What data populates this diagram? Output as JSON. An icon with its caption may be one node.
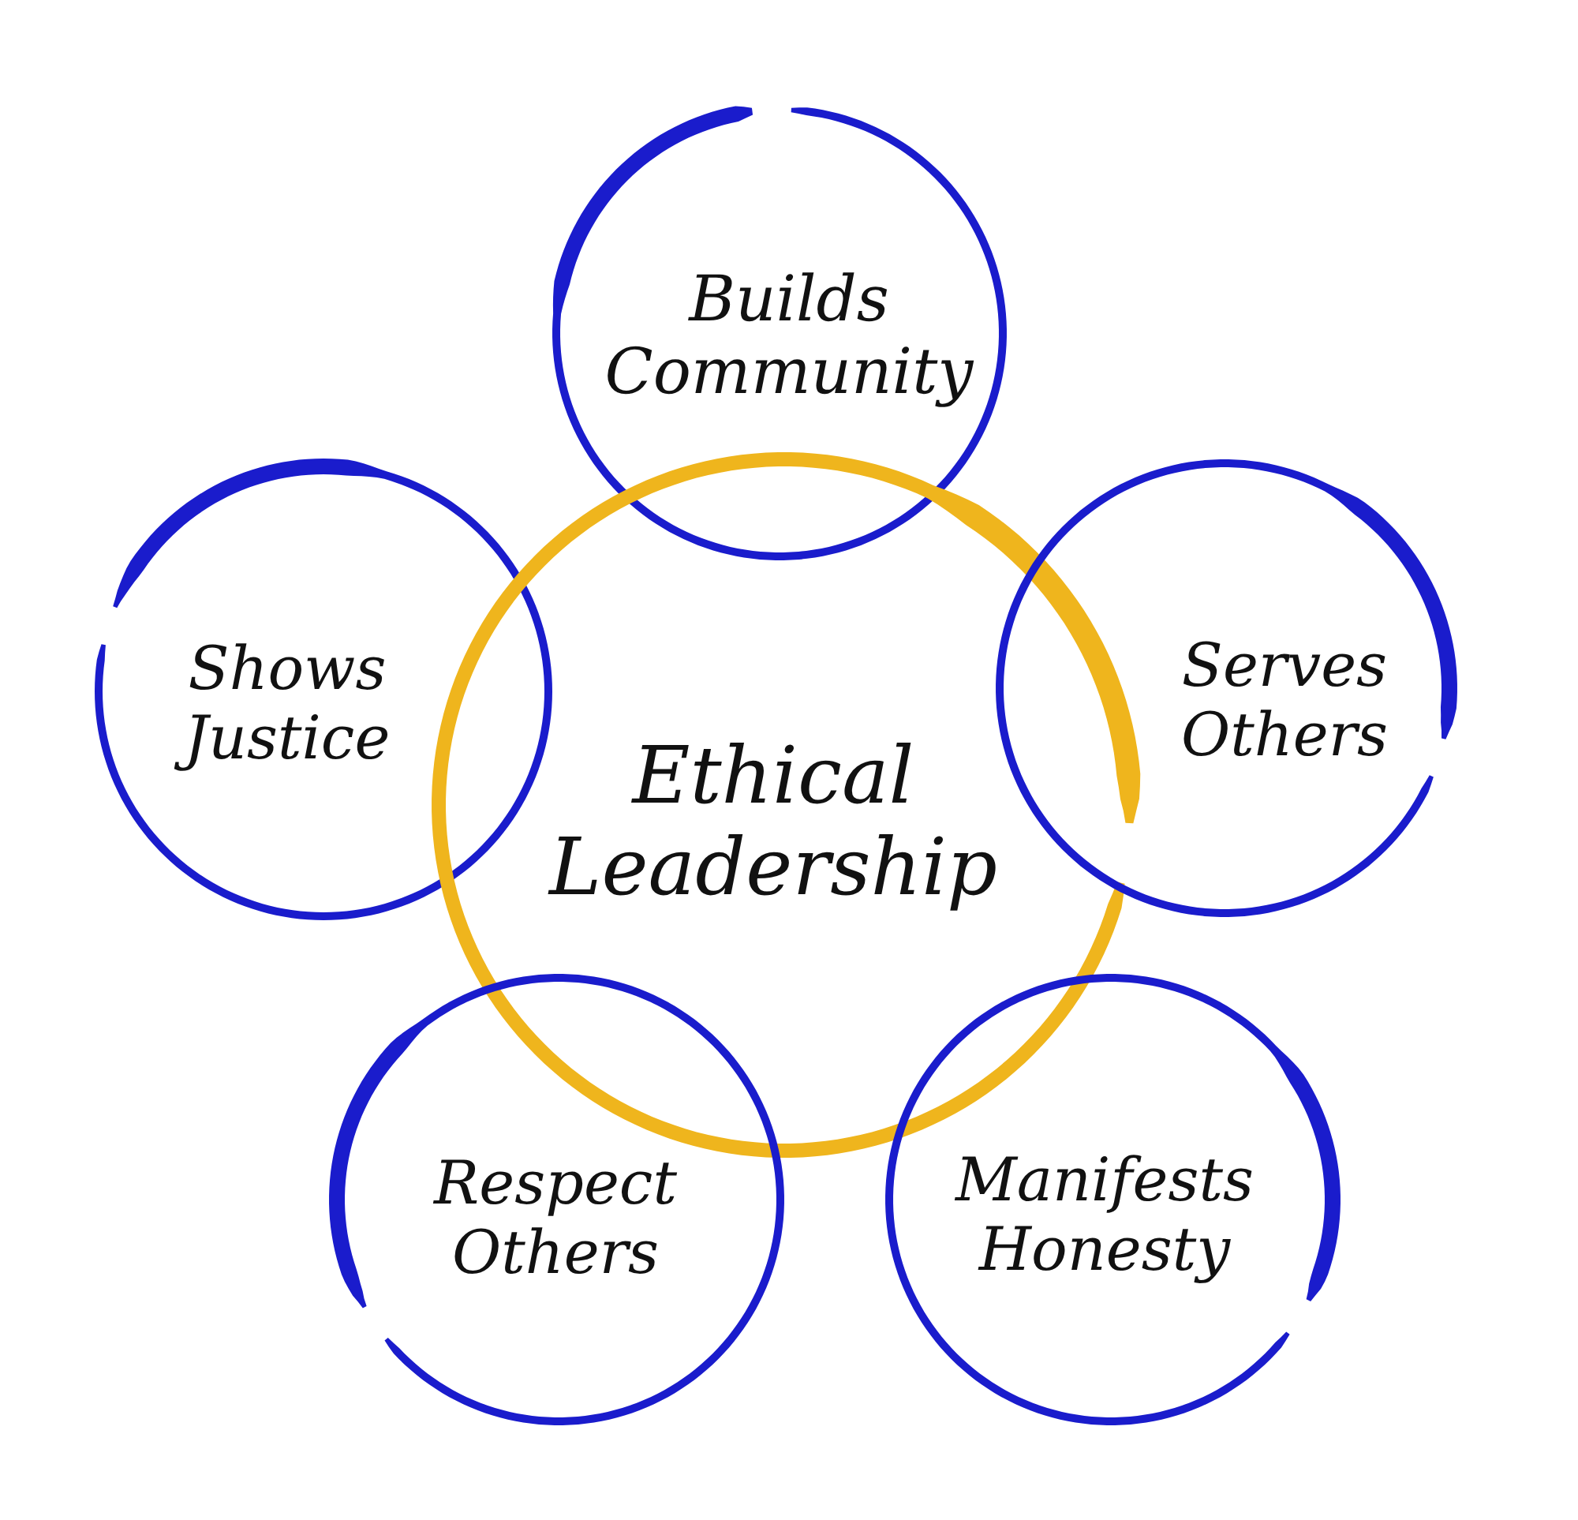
{
  "diagram": {
    "nodes": [
      {
        "text": [
          "Builds Community"
        ]
      },
      {
        "text": [
          "Shows Justice"
        ]
      },
      {
        "text": [
          "Ethical Leadership"
        ]
      },
      {
        "text": [
          "Serves Others"
        ]
      },
      {
        "text": [
          "Respect Others"
        ]
      },
      {
        "text": [
          "Manifests Honesty"
        ]
      }
    ]
  }
}
